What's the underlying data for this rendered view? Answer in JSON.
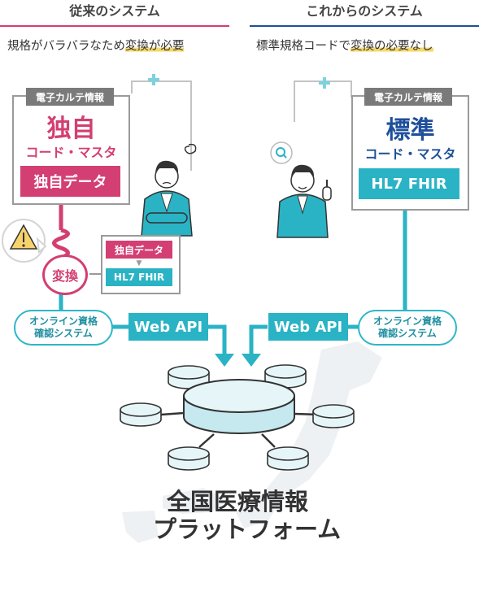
{
  "left": {
    "title": "従来のシステム",
    "subtitle_pre": "規格がバラバラなため",
    "subtitle_hl": "変換が必要",
    "card_tab": "電子カルテ情報",
    "card_big": "独自",
    "card_sub": "コード・マスタ",
    "card_data": "独自データ",
    "convert_label": "変換",
    "mini_from": "独自データ",
    "mini_to": "HL7 FHIR",
    "pill_line1": "オンライン資格",
    "pill_line2": "確認システム",
    "api": "Web API"
  },
  "right": {
    "title": "これからのシステム",
    "subtitle_pre": "標準規格コードで",
    "subtitle_hl": "変換の必要なし",
    "card_tab": "電子カルテ情報",
    "card_big": "標準",
    "card_sub": "コード・マスタ",
    "card_data": "HL7 FHIR",
    "pill_line1": "オンライン資格",
    "pill_line2": "確認システム",
    "api": "Web API"
  },
  "platform": {
    "line1": "全国医療情報",
    "line2": "プラットフォーム"
  },
  "colors": {
    "accent_pink": "#d33f72",
    "accent_teal": "#2ab3c4",
    "accent_blue": "#1e4f9c",
    "highlight": "#f6d96b"
  }
}
